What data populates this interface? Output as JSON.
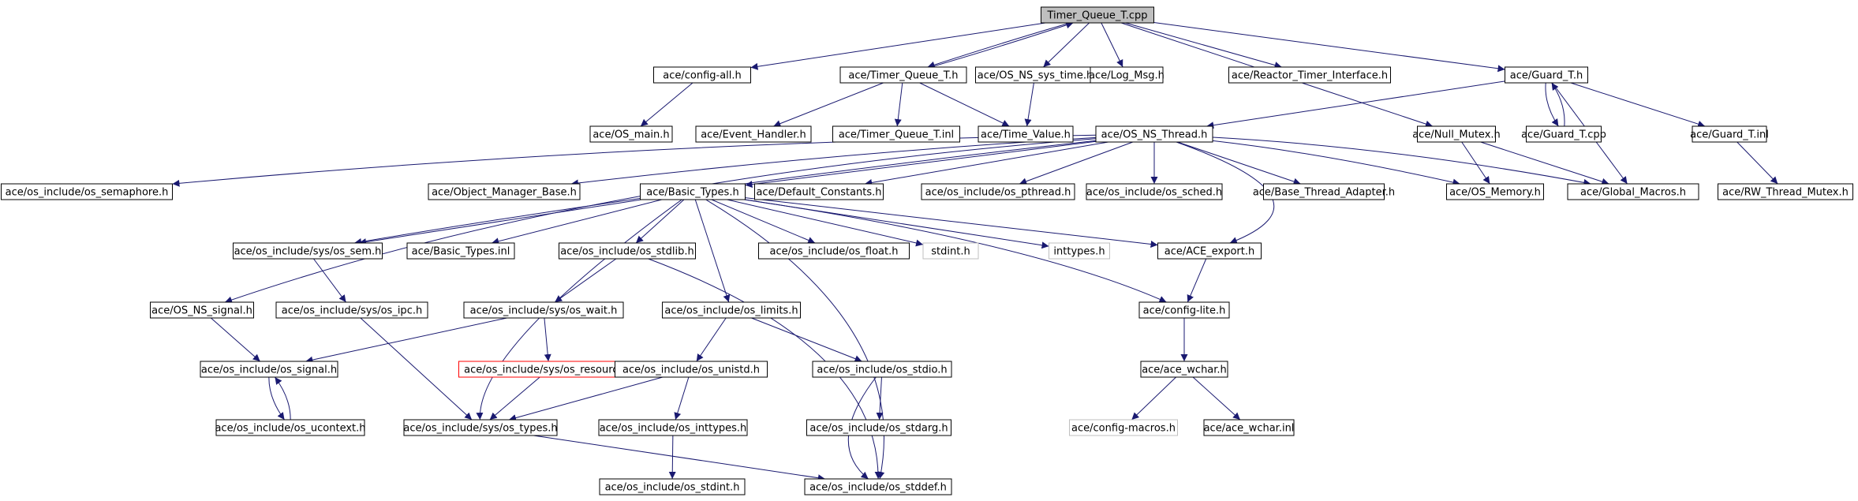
{
  "graph": {
    "edge_color": "#191970",
    "root_fill": "#bfbfbf",
    "missing_border": "#bfbfbf",
    "error_border": "#ff0000",
    "nodes": [
      {
        "id": "root",
        "label": "Timer_Queue_T.cpp",
        "style": "root"
      },
      {
        "id": "cfg_all",
        "label": "ace/config-all.h"
      },
      {
        "id": "tq_h",
        "label": "ace/Timer_Queue_T.h"
      },
      {
        "id": "sys_time",
        "label": "ace/OS_NS_sys_time.h"
      },
      {
        "id": "log_msg",
        "label": "ace/Log_Msg.h"
      },
      {
        "id": "rti",
        "label": "ace/Reactor_Timer_Interface.h"
      },
      {
        "id": "guard_h",
        "label": "ace/Guard_T.h"
      },
      {
        "id": "os_main",
        "label": "ace/OS_main.h"
      },
      {
        "id": "ev_handler",
        "label": "ace/Event_Handler.h"
      },
      {
        "id": "tq_inl",
        "label": "ace/Timer_Queue_T.inl"
      },
      {
        "id": "time_value",
        "label": "ace/Time_Value.h"
      },
      {
        "id": "thread_h",
        "label": "ace/OS_NS_Thread.h"
      },
      {
        "id": "null_mutex",
        "label": "ace/Null_Mutex.h"
      },
      {
        "id": "guard_cpp",
        "label": "ace/Guard_T.cpp"
      },
      {
        "id": "guard_inl",
        "label": "ace/Guard_T.inl"
      },
      {
        "id": "semaphore",
        "label": "ace/os_include/os_semaphore.h"
      },
      {
        "id": "omb",
        "label": "ace/Object_Manager_Base.h"
      },
      {
        "id": "basic_types",
        "label": "ace/Basic_Types.h"
      },
      {
        "id": "def_const",
        "label": "ace/Default_Constants.h"
      },
      {
        "id": "pthread",
        "label": "ace/os_include/os_pthread.h"
      },
      {
        "id": "sched",
        "label": "ace/os_include/os_sched.h"
      },
      {
        "id": "bta",
        "label": "ace/Base_Thread_Adapter.h"
      },
      {
        "id": "os_memory",
        "label": "ace/OS_Memory.h"
      },
      {
        "id": "global_macros",
        "label": "ace/Global_Macros.h"
      },
      {
        "id": "rw_mutex",
        "label": "ace/RW_Thread_Mutex.h"
      },
      {
        "id": "sys_sem",
        "label": "ace/os_include/sys/os_sem.h"
      },
      {
        "id": "bt_inl",
        "label": "ace/Basic_Types.inl"
      },
      {
        "id": "stdlib",
        "label": "ace/os_include/os_stdlib.h"
      },
      {
        "id": "float",
        "label": "ace/os_include/os_float.h"
      },
      {
        "id": "stdint_h",
        "label": "stdint.h",
        "style": "missing"
      },
      {
        "id": "inttypes_h",
        "label": "inttypes.h",
        "style": "missing"
      },
      {
        "id": "ace_export",
        "label": "ace/ACE_export.h"
      },
      {
        "id": "ns_signal",
        "label": "ace/OS_NS_signal.h"
      },
      {
        "id": "sys_ipc",
        "label": "ace/os_include/sys/os_ipc.h"
      },
      {
        "id": "sys_wait",
        "label": "ace/os_include/sys/os_wait.h"
      },
      {
        "id": "limits",
        "label": "ace/os_include/os_limits.h"
      },
      {
        "id": "cfg_lite",
        "label": "ace/config-lite.h"
      },
      {
        "id": "os_signal",
        "label": "ace/os_include/os_signal.h"
      },
      {
        "id": "sys_resource",
        "label": "ace/os_include/sys/os_resource.h",
        "style": "error"
      },
      {
        "id": "unistd",
        "label": "ace/os_include/os_unistd.h"
      },
      {
        "id": "stdio",
        "label": "ace/os_include/os_stdio.h"
      },
      {
        "id": "ace_wchar",
        "label": "ace/ace_wchar.h"
      },
      {
        "id": "ucontext",
        "label": "ace/os_include/os_ucontext.h"
      },
      {
        "id": "sys_types",
        "label": "ace/os_include/sys/os_types.h"
      },
      {
        "id": "os_inttypes",
        "label": "ace/os_include/os_inttypes.h"
      },
      {
        "id": "stdarg",
        "label": "ace/os_include/os_stdarg.h"
      },
      {
        "id": "cfg_macros",
        "label": "ace/config-macros.h",
        "style": "missing"
      },
      {
        "id": "wchar_inl",
        "label": "ace/ace_wchar.inl"
      },
      {
        "id": "os_stdint",
        "label": "ace/os_include/os_stdint.h"
      },
      {
        "id": "stddef",
        "label": "ace/os_include/os_stddef.h"
      }
    ],
    "edges": [
      [
        "root",
        "cfg_all"
      ],
      [
        "root",
        "tq_h"
      ],
      [
        "tq_h",
        "root"
      ],
      [
        "root",
        "sys_time"
      ],
      [
        "root",
        "log_msg"
      ],
      [
        "root",
        "rti"
      ],
      [
        "root",
        "guard_h"
      ],
      [
        "root",
        "null_mutex"
      ],
      [
        "cfg_all",
        "os_main"
      ],
      [
        "tq_h",
        "ev_handler"
      ],
      [
        "tq_h",
        "tq_inl"
      ],
      [
        "tq_h",
        "time_value"
      ],
      [
        "sys_time",
        "time_value"
      ],
      [
        "guard_h",
        "thread_h"
      ],
      [
        "guard_h",
        "guard_cpp"
      ],
      [
        "guard_cpp",
        "guard_h"
      ],
      [
        "guard_h",
        "guard_inl"
      ],
      [
        "guard_h",
        "global_macros"
      ],
      [
        "guard_inl",
        "rw_mutex"
      ],
      [
        "null_mutex",
        "os_memory"
      ],
      [
        "null_mutex",
        "global_macros"
      ],
      [
        "thread_h",
        "semaphore"
      ],
      [
        "thread_h",
        "omb"
      ],
      [
        "thread_h",
        "basic_types"
      ],
      [
        "thread_h",
        "def_const"
      ],
      [
        "thread_h",
        "pthread"
      ],
      [
        "thread_h",
        "sched"
      ],
      [
        "thread_h",
        "bta"
      ],
      [
        "thread_h",
        "os_memory"
      ],
      [
        "thread_h",
        "global_macros"
      ],
      [
        "thread_h",
        "sys_sem"
      ],
      [
        "thread_h",
        "ns_signal"
      ],
      [
        "thread_h",
        "ace_export"
      ],
      [
        "basic_types",
        "bt_inl"
      ],
      [
        "basic_types",
        "stdlib"
      ],
      [
        "basic_types",
        "float"
      ],
      [
        "basic_types",
        "stdint_h"
      ],
      [
        "basic_types",
        "inttypes_h"
      ],
      [
        "basic_types",
        "ace_export"
      ],
      [
        "basic_types",
        "limits"
      ],
      [
        "basic_types",
        "cfg_lite"
      ],
      [
        "basic_types",
        "sys_types"
      ],
      [
        "basic_types",
        "stddef"
      ],
      [
        "basic_types",
        "sys_sem"
      ],
      [
        "sys_sem",
        "sys_ipc"
      ],
      [
        "stdlib",
        "sys_wait"
      ],
      [
        "stdlib",
        "stddef"
      ],
      [
        "ace_export",
        "cfg_lite"
      ],
      [
        "ns_signal",
        "os_signal"
      ],
      [
        "sys_ipc",
        "sys_types"
      ],
      [
        "sys_wait",
        "os_signal"
      ],
      [
        "sys_wait",
        "sys_resource"
      ],
      [
        "limits",
        "unistd"
      ],
      [
        "limits",
        "stdio"
      ],
      [
        "cfg_lite",
        "ace_wchar"
      ],
      [
        "os_signal",
        "ucontext"
      ],
      [
        "ucontext",
        "os_signal"
      ],
      [
        "sys_resource",
        "sys_types"
      ],
      [
        "unistd",
        "sys_types"
      ],
      [
        "unistd",
        "os_inttypes"
      ],
      [
        "stdio",
        "stdarg"
      ],
      [
        "stdio",
        "stddef"
      ],
      [
        "ace_wchar",
        "cfg_macros"
      ],
      [
        "ace_wchar",
        "wchar_inl"
      ],
      [
        "sys_types",
        "stddef"
      ],
      [
        "os_inttypes",
        "os_stdint"
      ]
    ]
  }
}
